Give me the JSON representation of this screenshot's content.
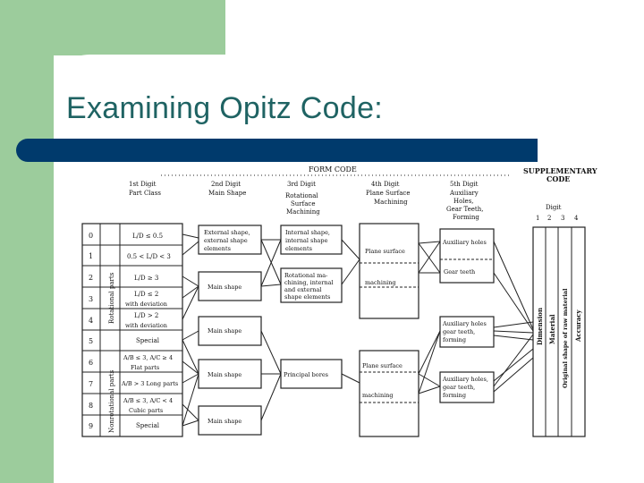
{
  "slide": {
    "title": "Examining Opitz Code:",
    "accent_color": "#003a6c",
    "title_color": "#1f6363",
    "band_color": "#9ccc9c"
  },
  "diagram": {
    "form_code_label": "FORM CODE",
    "supplementary": {
      "line1": "SUPPLEMENTARY",
      "line2": "CODE"
    },
    "col1": {
      "line1": "1st Digit",
      "line2": "Part Class"
    },
    "col2": {
      "line1": "2nd Digit",
      "line2": "Main Shape"
    },
    "col3": {
      "line1": "3rd Digit",
      "line2": "Rotational",
      "line3": "Surface",
      "line4": "Machining"
    },
    "col4": {
      "line1": "4th Digit",
      "line2": "Plane Surface",
      "line3": "Machining"
    },
    "col5": {
      "line1": "5th Digit",
      "line2": "Auxiliary",
      "line3": "Holes,",
      "line4": "Gear Teeth,",
      "line5": "Forming"
    },
    "rows": [
      "0",
      "1",
      "2",
      "3",
      "4",
      "5",
      "6",
      "7",
      "8",
      "9"
    ],
    "part_class": {
      "r0": "L/D ≤ 0.5",
      "r1": "0.5 < L/D < 3",
      "r2": "L/D ≥ 3",
      "r3": "L/D ≤ 2",
      "r3b": "with deviation",
      "r4": "L/D > 2",
      "r4b": "with deviation",
      "r5": "Special",
      "r6": "A/B ≤ 3, A/C ≥ 4",
      "r6b": "Flat parts",
      "r7": "A/B > 3  Long parts",
      "r8": "A/B ≤ 3, A/C < 4",
      "r8b": "Cubic parts",
      "r9": "Special"
    },
    "group_labels": {
      "rotational": "Rotational parts",
      "nonrotational": "Nonrotational parts"
    },
    "main_shape": {
      "b1": {
        "line1": "External shape,",
        "line2": "external shape",
        "line3": "elements"
      },
      "b2": "Main shape",
      "b3": "Main shape",
      "b4": "Main shape",
      "b5": "Main shape"
    },
    "rot_surface": {
      "b1": {
        "line1": "Internal shape,",
        "line2": "internal shape",
        "line3": "elements"
      },
      "b2": {
        "line1": "Rotational ma-",
        "line2": "chining, internal",
        "line3": "and external",
        "line4": "shape elements"
      },
      "b3": "Principal bores"
    },
    "plane_surface": {
      "b1a": "Plane surface",
      "b1b": "machining",
      "b2a": "Plane surface",
      "b2b": "machining"
    },
    "aux": {
      "b1": "Auxiliary holes",
      "b2": "Gear teeth",
      "b3": {
        "line1": "Auxiliary holes",
        "line2": "gear teeth,",
        "line3": "forming"
      },
      "b4": {
        "line1": "Auxiliary holes,",
        "line2": "gear teeth,",
        "line3": "forming"
      }
    },
    "supp_digit_label": "Digit",
    "supp_digits": [
      "1",
      "2",
      "3",
      "4"
    ],
    "supp_cols": [
      "Dimension",
      "Material",
      "Original shape of raw material",
      "Accuracy"
    ]
  }
}
